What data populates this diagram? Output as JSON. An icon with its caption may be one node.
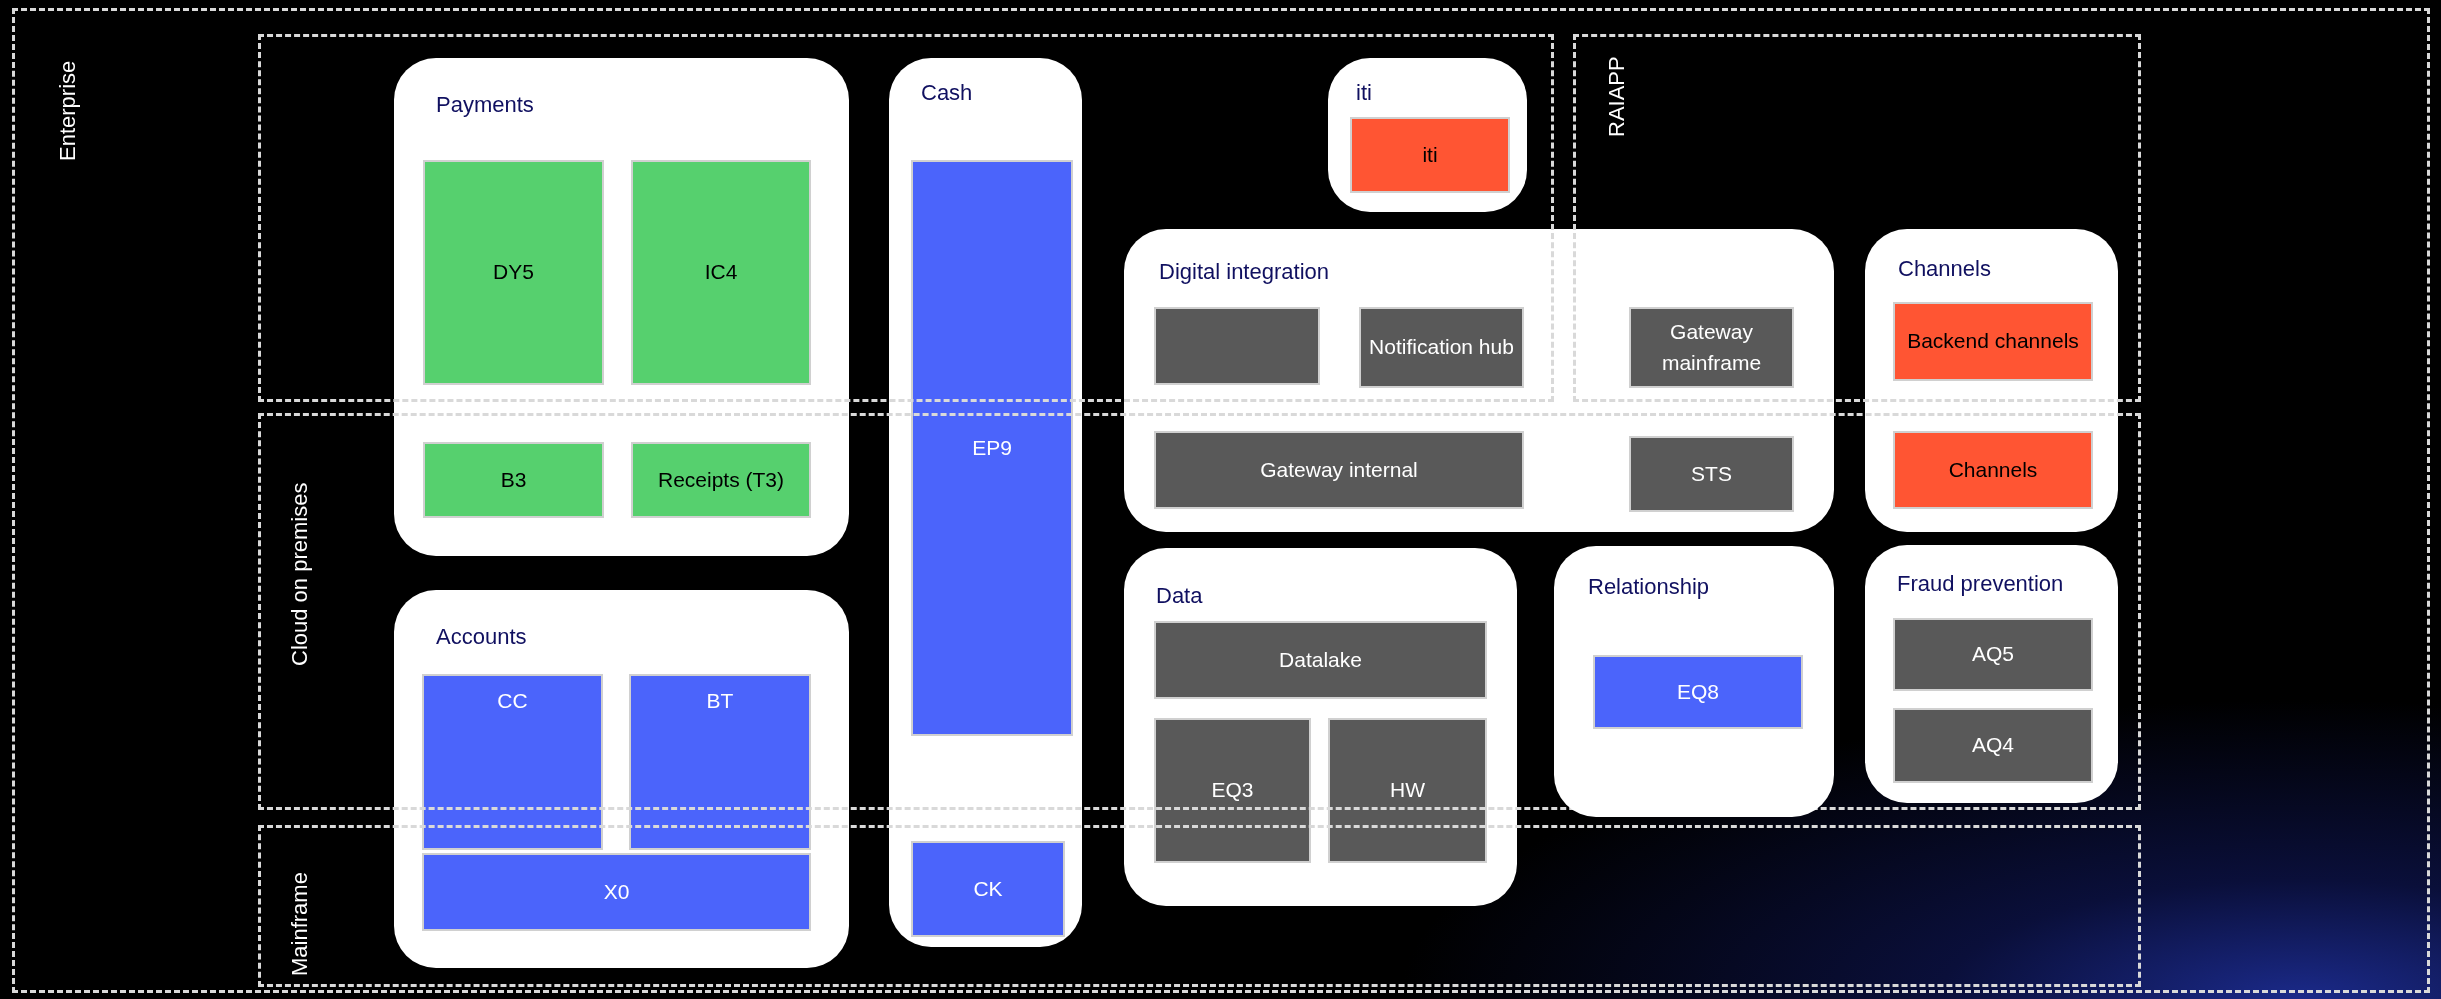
{
  "diagram": {
    "nodes": [
      {
        "text": [
          "Enterprise"
        ]
      },
      {
        "text": [],
        "shape": "box",
        "in": 0
      },
      {
        "text": [
          "RAIAPP"
        ],
        "in": 0
      },
      {
        "text": [
          "Cloud on premises"
        ],
        "in": 0
      },
      {
        "text": [
          "Mainframe"
        ],
        "in": 0
      },
      {
        "text": [
          "Payments"
        ],
        "in": 0
      },
      {
        "text": [
          "DY5"
        ]
      },
      {
        "text": [
          "IC4"
        ]
      },
      {
        "text": [
          "B3"
        ]
      },
      {
        "text": [
          "Receipts (T3)"
        ]
      },
      {
        "text": [
          "Cash"
        ],
        "in": 0
      },
      {
        "text": [
          "EP9"
        ],
        "in": 10
      },
      {
        "text": [
          "CK"
        ]
      },
      {
        "text": [
          "iti"
        ],
        "in": 1
      },
      {
        "text": [
          "iti"
        ],
        "in": 13
      },
      {
        "text": [
          "Digital  integration"
        ],
        "in": 0
      },
      {
        "text": [],
        "shape": "box"
      },
      {
        "text": [
          "Notification hub"
        ]
      },
      {
        "text": [
          "Gateway mainframe"
        ]
      },
      {
        "text": [
          "Gateway internal"
        ]
      },
      {
        "text": [
          "STS"
        ]
      },
      {
        "text": [
          "Channels"
        ],
        "in": 0
      },
      {
        "text": [
          "Backend channels"
        ]
      },
      {
        "text": [
          "Channels"
        ]
      },
      {
        "text": [
          "Accounts"
        ],
        "in": 0
      },
      {
        "text": [
          "CC"
        ],
        "in": 24
      },
      {
        "text": [
          "BT"
        ],
        "in": 24
      },
      {
        "text": [
          "X0"
        ]
      },
      {
        "text": [
          "Data"
        ],
        "in": 0
      },
      {
        "text": [
          "Datalake"
        ]
      },
      {
        "text": [
          "EQ3"
        ],
        "in": 28
      },
      {
        "text": [
          "HW"
        ],
        "in": 28
      },
      {
        "text": [
          "Relationship"
        ],
        "in": 3
      },
      {
        "text": [
          "EQ8"
        ],
        "in": 32
      },
      {
        "text": [
          "Fraud prevention"
        ],
        "in": 3
      },
      {
        "text": [
          "AQ5"
        ],
        "in": 34
      },
      {
        "text": [
          "AQ4"
        ],
        "in": 34
      }
    ],
    "edges": []
  }
}
